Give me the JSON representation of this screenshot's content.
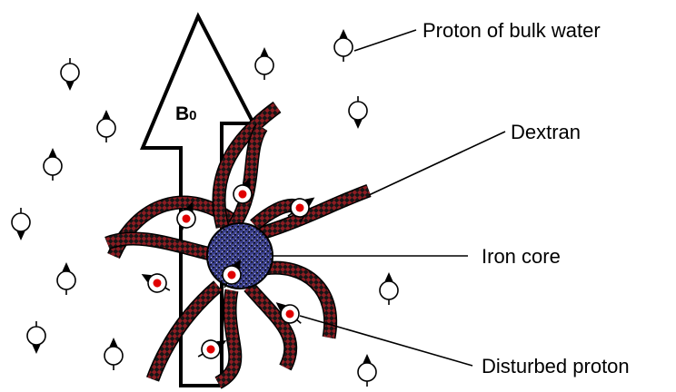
{
  "labels": {
    "bulk_water": "Proton of bulk water",
    "dextran": "Dextran",
    "iron_core": "Iron core",
    "disturbed": "Disturbed proton",
    "field": "B",
    "field_sub": "0"
  },
  "colors": {
    "stroke": "#000000",
    "dextran_dark": "#161616",
    "dextran_red": "#8c1c22",
    "iron_core_fill": "#3a3f8c",
    "disturbed_dot": "#e00000",
    "background": "#ffffff"
  },
  "icons": {
    "bulk_proton": "proton-spin-icon",
    "disturbed_proton": "disturbed-proton-icon",
    "iron_core": "iron-core-icon",
    "field_arrow": "b0-arrow-icon"
  }
}
